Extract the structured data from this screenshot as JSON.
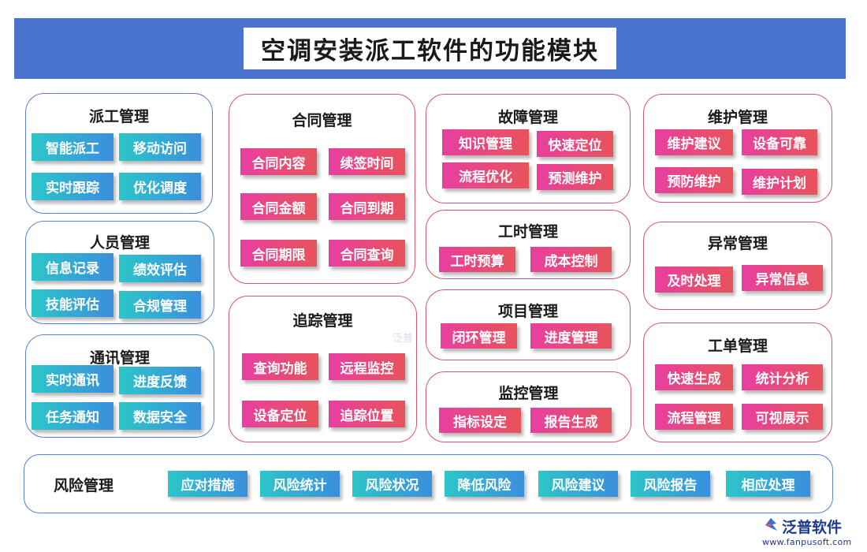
{
  "title": "空调安装派工软件的功能模块",
  "colors": {
    "banner": "#4a72cf",
    "blue_border": "#5b7ed4",
    "pink_border": "#d9546f",
    "cyan_chip": [
      "#2cc6c9",
      "#3b8ede"
    ],
    "pink_chip": [
      "#e83fa0",
      "#e8535a"
    ]
  },
  "groups": [
    {
      "title": "派工管理",
      "items": [
        "智能派工",
        "移动访问",
        "实时跟踪",
        "优化调度"
      ]
    },
    {
      "title": "人员管理",
      "items": [
        "信息记录",
        "绩效评估",
        "技能评估",
        "合规管理"
      ]
    },
    {
      "title": "通讯管理",
      "items": [
        "实时通讯",
        "进度反馈",
        "任务通知",
        "数据安全"
      ]
    },
    {
      "title": "合同管理",
      "items": [
        "合同内容",
        "续签时间",
        "合同金额",
        "合同到期",
        "合同期限",
        "合同查询"
      ]
    },
    {
      "title": "追踪管理",
      "items": [
        "查询功能",
        "远程监控",
        "设备定位",
        "追踪位置"
      ]
    },
    {
      "title": "故障管理",
      "items": [
        "知识管理",
        "快速定位",
        "流程优化",
        "预测维护"
      ]
    },
    {
      "title": "工时管理",
      "items": [
        "工时预算",
        "成本控制"
      ]
    },
    {
      "title": "项目管理",
      "items": [
        "闭环管理",
        "进度管理"
      ]
    },
    {
      "title": "监控管理",
      "items": [
        "指标设定",
        "报告生成"
      ]
    },
    {
      "title": "维护管理",
      "items": [
        "维护建议",
        "设备可靠",
        "预防维护",
        "维护计划"
      ]
    },
    {
      "title": "异常管理",
      "items": [
        "及时处理",
        "异常信息"
      ]
    },
    {
      "title": "工单管理",
      "items": [
        "快速生成",
        "统计分析",
        "流程管理",
        "可视展示"
      ]
    }
  ],
  "risk": {
    "title": "风险管理",
    "items": [
      "应对措施",
      "风险统计",
      "风险状况",
      "降低风险",
      "风险建议",
      "风险报告",
      "相应处理"
    ]
  },
  "watermark": "泛普",
  "logo": {
    "name": "泛普软件",
    "url": "www.fanpusoft.com",
    "icon": "fanpu-logo-icon"
  }
}
